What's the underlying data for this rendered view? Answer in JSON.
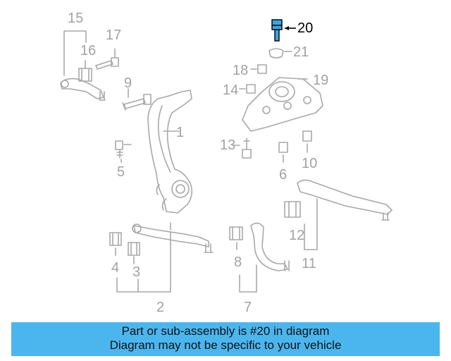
{
  "callouts": [
    "1",
    "2",
    "3",
    "4",
    "5",
    "6",
    "7",
    "8",
    "9",
    "10",
    "11",
    "12",
    "13",
    "14",
    "15",
    "16",
    "17",
    "18",
    "19",
    "20",
    "21"
  ],
  "highlighted_callout": "20",
  "colors": {
    "part_line": "#a8a8a8",
    "highlight": "#000000",
    "highlight_part": "#3aa6e0",
    "banner_bg": "#4bb6ee"
  },
  "banner": {
    "line1": "Part or sub-assembly is #20 in diagram",
    "line2": "Diagram may not be specific to your vehicle"
  }
}
